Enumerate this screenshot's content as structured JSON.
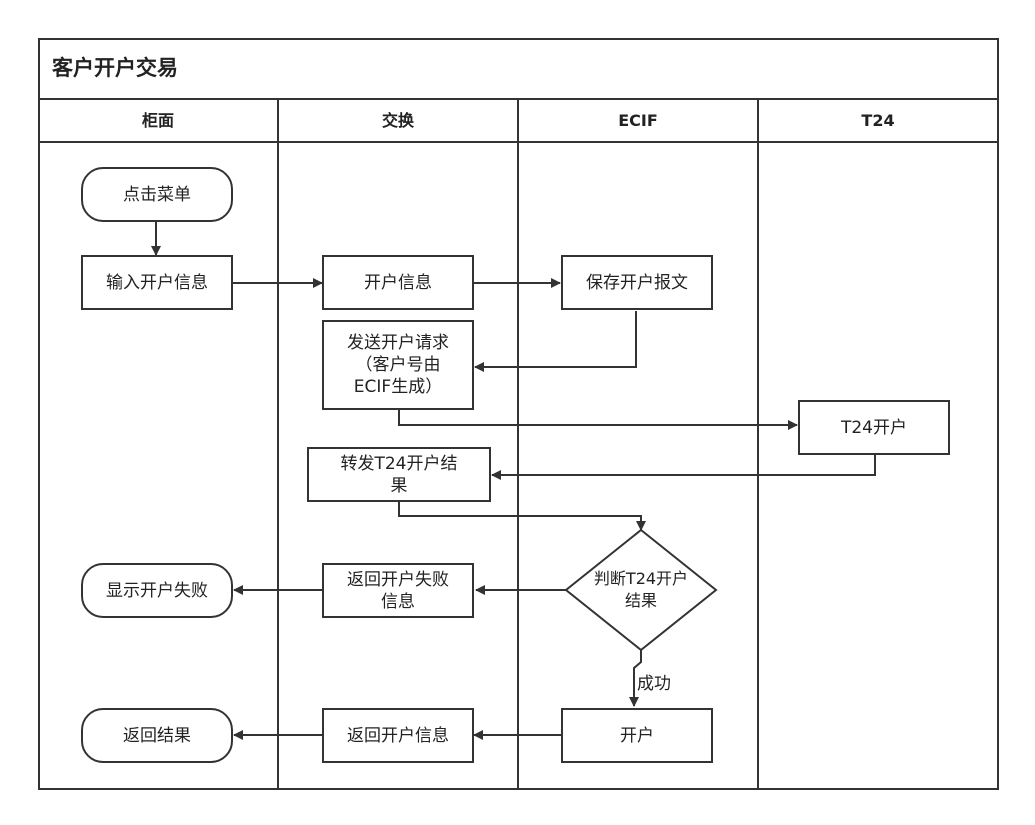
{
  "title": "客户开户交易",
  "lanes": [
    {
      "id": "counter",
      "label": "柜面"
    },
    {
      "id": "exchange",
      "label": "交换"
    },
    {
      "id": "ecif",
      "label": "ECIF"
    },
    {
      "id": "t24",
      "label": "T24"
    }
  ],
  "nodes": {
    "click_menu": "点击菜单",
    "input_info": "输入开户信息",
    "open_info": "开户信息",
    "save_msg": "保存开户报文",
    "send_request": [
      "发送开户请求",
      "（客户号由",
      "ECIF生成）"
    ],
    "t24_open": "T24开户",
    "forward_result": [
      "转发T24开户结",
      "果"
    ],
    "judge": [
      "判断T24开户",
      "结果"
    ],
    "return_fail": [
      "返回开户失败",
      "信息"
    ],
    "show_fail": "显示开户失败",
    "open": "开户",
    "return_open_info": "返回开户信息",
    "return_result": "返回结果"
  },
  "edge_labels": {
    "success": "成功"
  }
}
